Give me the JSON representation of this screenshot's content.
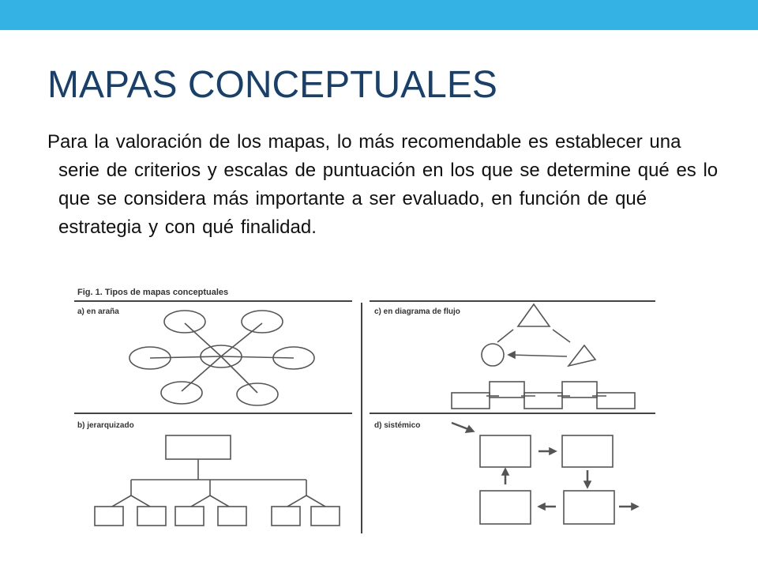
{
  "slide": {
    "title": "MAPAS CONCEPTUALES",
    "body": "Para la valoración de los mapas, lo más recomendable es establecer una serie de criterios y escalas de puntuación en los que se determine qué es lo que se considera más importante a ser evaluado, en función de qué estrategia y con qué finalidad.",
    "accent_color": "#34b2e4",
    "title_color": "#17406d"
  },
  "figure": {
    "caption": "Fig. 1. Tipos de mapas conceptuales",
    "panels": {
      "a": "a) en araña",
      "b": "b) jerarquizado",
      "c": "c) en diagrama de flujo",
      "d": "d) sistémico"
    }
  }
}
